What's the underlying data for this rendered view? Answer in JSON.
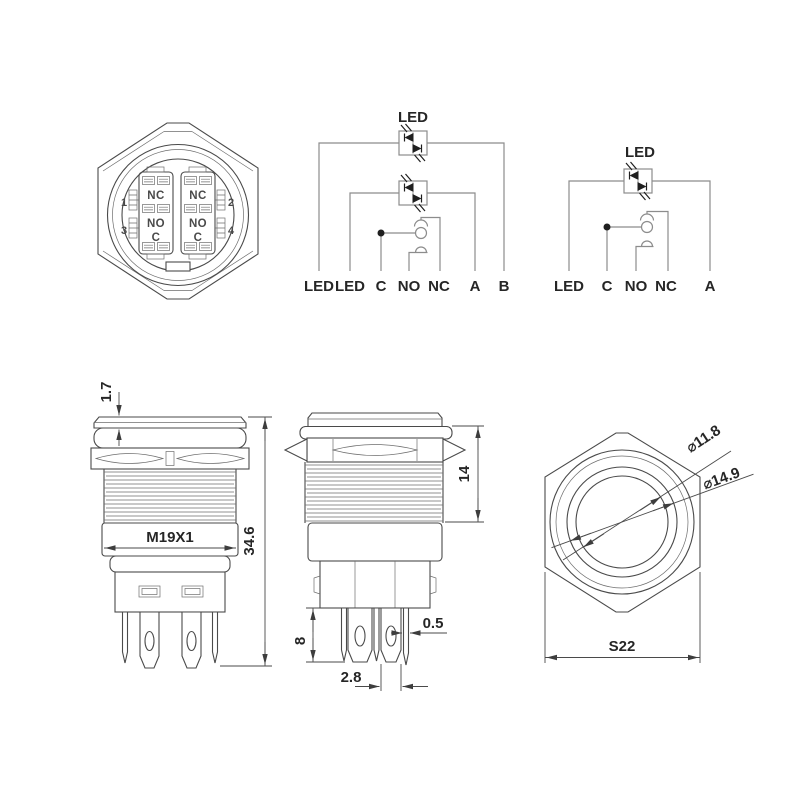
{
  "drawing": {
    "background": "#ffffff",
    "line_color": "#4a4a4a",
    "back_view": {
      "module_left": {
        "top": "NC",
        "mid": "NO",
        "bottom": "C"
      },
      "module_right": {
        "top": "NC",
        "mid": "NO",
        "bottom": "C"
      },
      "terminal_numbers": [
        "1",
        "2",
        "3",
        "4"
      ]
    },
    "circuit_double": {
      "title": "LED",
      "terminals": [
        "LED",
        "LED",
        "C",
        "NO",
        "NC",
        "A",
        "B"
      ]
    },
    "circuit_single": {
      "title": "LED",
      "terminals": [
        "LED",
        "C",
        "NO",
        "NC",
        "A"
      ]
    },
    "side_view": {
      "cap_height": "1.7",
      "thread_spec": "M19X1",
      "total_height": "34.6"
    },
    "side_view_rotated": {
      "thread_length": "14",
      "pin_length": "8",
      "pin_thickness": "0.5",
      "pin_width": "2.8"
    },
    "front_view": {
      "button_diameter": "⌀11.8",
      "head_diameter": "⌀14.9",
      "hex_width": "S22"
    }
  }
}
